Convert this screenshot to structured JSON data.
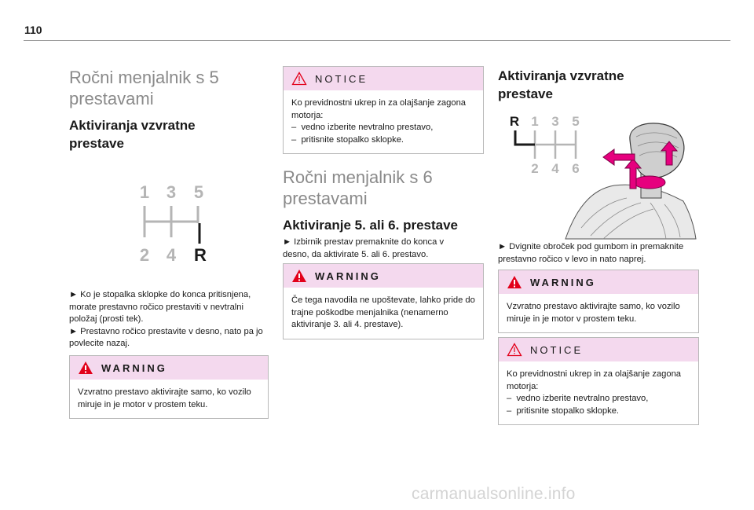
{
  "page": {
    "number": "110",
    "footer": "carmanualsonline.info"
  },
  "col1": {
    "section_title": "Ročni menjalnik s 5 prestavami",
    "subsection_title": "Aktiviranja vzvratne prestave",
    "gear_labels": {
      "g1": "1",
      "g3": "3",
      "g5": "5",
      "g2": "2",
      "g4": "4",
      "gR": "R"
    },
    "steps": [
      "► Ko je stopalka sklopke do konca pritisnjena, morate prestavno ročico prestaviti v nevtralni položaj (prosti tek).",
      "► Prestavno ročico prestavite v desno, nato pa jo povlecite nazaj."
    ],
    "warning": {
      "title": "WARNING",
      "text": "Vzvratno prestavo aktivirajte samo, ko vozilo miruje in je motor v prostem teku."
    }
  },
  "col2": {
    "notice": {
      "title": "NOTICE",
      "lines": [
        "Ko previdnostni ukrep in za olajšanje zagona motorja:",
        "–  vedno izberite nevtralno prestavo,",
        "–  pritisnite stopalko sklopke."
      ]
    },
    "section_title": "Ročni menjalnik s 6 prestavami",
    "subsection_title": "Aktiviranje 5. ali 6. prestave",
    "step": "► Izbirnik prestav premaknite do konca v desno, da aktivirate 5. ali 6. prestavo.",
    "warning": {
      "title": "WARNING",
      "text": "Če tega navodila ne upoštevate, lahko pride do trajne poškodbe menjalnika (nenamerno aktiviranje 3. ali 4. prestave)."
    }
  },
  "col3": {
    "subsection_title": "Aktiviranja vzvratne prestave",
    "gear_labels": {
      "gR": "R",
      "g1": "1",
      "g3": "3",
      "g5": "5",
      "g2": "2",
      "g4": "4",
      "g6": "6"
    },
    "step": "► Dvignite obroček pod gumbom in premaknite prestavno ročico v levo in nato naprej.",
    "warning": {
      "title": "WARNING",
      "text": "Vzvratno prestavo aktivirajte samo, ko vozilo miruje in je motor v prostem teku."
    },
    "notice": {
      "title": "NOTICE",
      "lines": [
        "Ko previdnostni ukrep in za olajšanje zagona motorja:",
        "–  vedno izberite nevtralno prestavo,",
        "–  pritisnite stopalko sklopke."
      ]
    }
  },
  "colors": {
    "accent_pink": "#e6007e",
    "box_header": "#f4d9ee",
    "warning_red": "#e2001a",
    "heading_gray": "#8a8a8a"
  }
}
